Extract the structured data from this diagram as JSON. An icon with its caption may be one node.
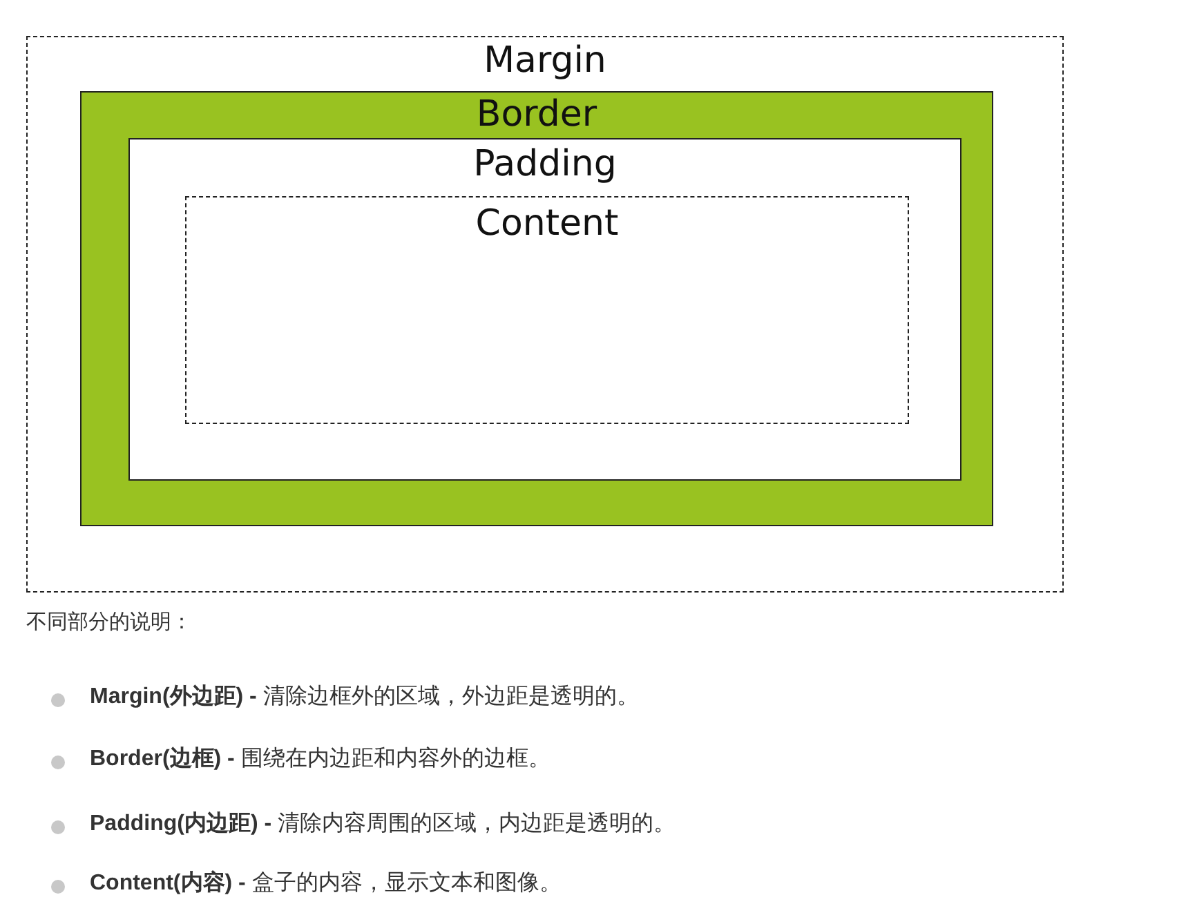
{
  "diagram": {
    "nodes": [
      {
        "text": [
          "Margin"
        ]
      },
      {
        "text": [
          "Border"
        ],
        "in": 0
      },
      {
        "text": [
          "Padding"
        ],
        "in": 1
      },
      {
        "text": [
          "Content"
        ],
        "in": 2
      }
    ],
    "edges": [],
    "labels": [
      "不同部分的说明：",
      "**Margin(外边距) -** 清除边框外的区域，外边距是透明的。",
      "**Border(边框) -** 围绕在内边距和内容外的边框。",
      "**Padding(内边距) -** 清除内容周围的区域，内边距是透明的。",
      "**Content(内容) -** 盒子的内容，显示文本和图像。"
    ]
  }
}
